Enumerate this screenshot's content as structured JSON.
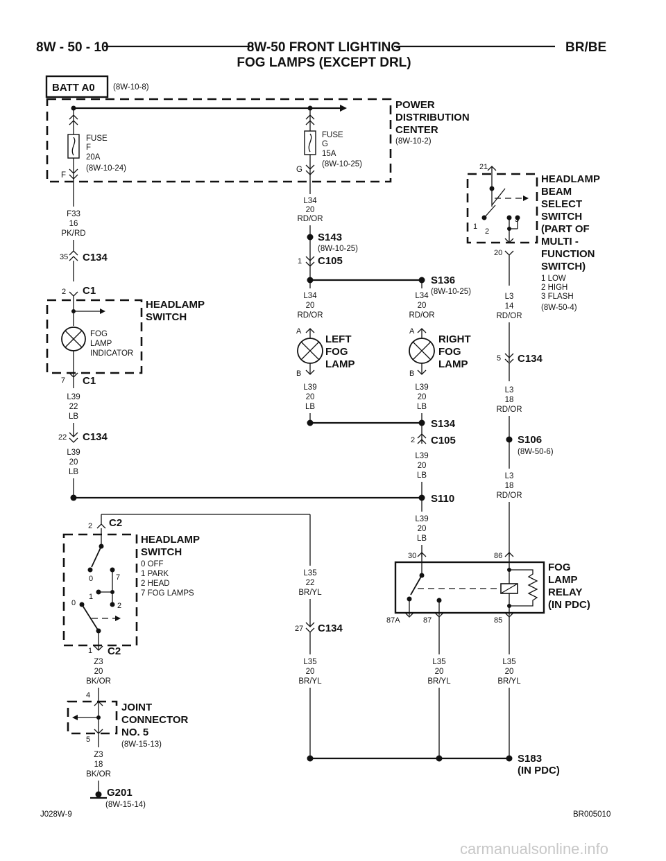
{
  "header": {
    "left": "8W - 50 - 10",
    "title_line1": "8W-50 FRONT LIGHTING",
    "title_line2": "FOG LAMPS (EXCEPT DRL)",
    "right": "BR/BE"
  },
  "batt": {
    "label": "BATT A0",
    "ref": "(8W-10-8)"
  },
  "pdc": {
    "line1": "POWER",
    "line2": "DISTRIBUTION",
    "line3": "CENTER",
    "ref": "(8W-10-2)"
  },
  "fuse_f": {
    "l1": "FUSE",
    "l2": "F",
    "l3": "20A",
    "ref": "(8W-10-24)",
    "cav": "F"
  },
  "fuse_g": {
    "l1": "FUSE",
    "l2": "G",
    "l3": "15A",
    "ref": "(8W-10-25)",
    "cav": "G"
  },
  "wires": {
    "f33": [
      "F33",
      "16",
      "PK/RD"
    ],
    "l34a": [
      "L34",
      "20",
      "RD/OR"
    ],
    "l34b": [
      "L34",
      "20",
      "RD/OR"
    ],
    "l34c": [
      "L34",
      "20",
      "RD/OR"
    ],
    "l39a": [
      "L39",
      "22",
      "LB"
    ],
    "l39b": [
      "L39",
      "20",
      "LB"
    ],
    "l39c": [
      "L39",
      "20",
      "LB"
    ],
    "l39d": [
      "L39",
      "20",
      "LB"
    ],
    "l39e": [
      "L39",
      "20",
      "LB"
    ],
    "l39f": [
      "L39",
      "20",
      "LB"
    ],
    "l3a": [
      "L3",
      "14",
      "RD/OR"
    ],
    "l3b": [
      "L3",
      "18",
      "RD/OR"
    ],
    "l3c": [
      "L3",
      "18",
      "RD/OR"
    ],
    "l35a": [
      "L35",
      "22",
      "BR/YL"
    ],
    "l35b": [
      "L35",
      "20",
      "BR/YL"
    ],
    "l35c": [
      "L35",
      "20",
      "BR/YL"
    ],
    "l35d": [
      "L35",
      "20",
      "BR/YL"
    ],
    "z3a": [
      "Z3",
      "20",
      "BK/OR"
    ],
    "z3b": [
      "Z3",
      "18",
      "BK/OR"
    ]
  },
  "connectors": {
    "c134": "C134",
    "c1": "C1",
    "c105": "C105",
    "c2": "C2"
  },
  "pins": {
    "p35": "35",
    "p2": "2",
    "p7": "7",
    "p22": "22",
    "p1": "1",
    "p2b": "2",
    "p5": "5",
    "p27": "27",
    "p4": "4",
    "p5b": "5",
    "p1b": "1",
    "p2c": "2",
    "p21": "21",
    "p20": "20",
    "pA1": "A",
    "pB1": "B",
    "pA2": "A",
    "pB2": "B",
    "p30": "30",
    "p86": "86",
    "p87a": "87A",
    "p87": "87",
    "p85": "85"
  },
  "splices": {
    "s143": {
      "id": "S143",
      "ref": "(8W-10-25)"
    },
    "s136": {
      "id": "S136",
      "ref": "(8W-10-25)"
    },
    "s134": {
      "id": "S134"
    },
    "s110": {
      "id": "S110"
    },
    "s106": {
      "id": "S106",
      "ref": "(8W-50-6)"
    },
    "s183": {
      "id": "S183",
      "sub": "(IN PDC)"
    }
  },
  "headlamp_switch_top": {
    "l1": "HEADLAMP",
    "l2": "SWITCH",
    "ind1": "FOG",
    "ind2": "LAMP",
    "ind3": "INDICATOR"
  },
  "left_fog": {
    "l1": "LEFT",
    "l2": "FOG",
    "l3": "LAMP"
  },
  "right_fog": {
    "l1": "RIGHT",
    "l2": "FOG",
    "l3": "LAMP"
  },
  "beam_switch": {
    "lines": [
      "HEADLAMP",
      "BEAM",
      "SELECT",
      "SWITCH",
      "(PART OF",
      "MULTI -",
      "FUNCTION",
      "SWITCH)"
    ],
    "legend": [
      "1 LOW",
      "2 HIGH",
      "3 FLASH"
    ],
    "ref": "(8W-50-4)",
    "pos1": "1",
    "pos2": "2",
    "pos3": "3"
  },
  "headlamp_switch_bottom": {
    "l1": "HEADLAMP",
    "l2": "SWITCH",
    "legend": [
      "0 OFF",
      "1 PARK",
      "2 HEAD",
      "7 FOG LAMPS"
    ],
    "pos0a": "0",
    "pos7": "7",
    "pos0b": "0",
    "pos1": "1",
    "pos2": "2"
  },
  "relay": {
    "l1": "FOG",
    "l2": "LAMP",
    "l3": "RELAY",
    "l4": "(IN PDC)"
  },
  "joint": {
    "l1": "JOINT",
    "l2": "CONNECTOR",
    "l3": "NO. 5",
    "ref": "(8W-15-13)"
  },
  "ground": {
    "id": "G201",
    "ref": "(8W-15-14)"
  },
  "footer": {
    "left": "J028W-9",
    "right": "BR005010"
  },
  "watermark": "carmanualsonline.info"
}
